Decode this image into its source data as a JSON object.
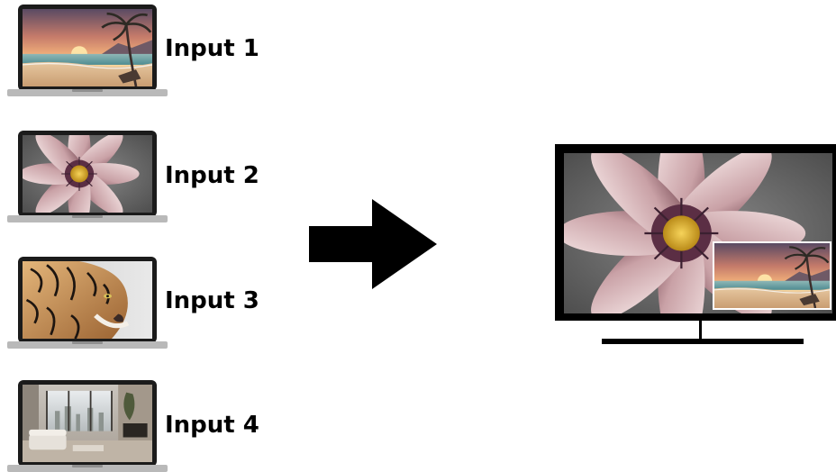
{
  "inputs": [
    {
      "label": "Input 1",
      "image": "beach-sunset"
    },
    {
      "label": "Input 2",
      "image": "pink-flower"
    },
    {
      "label": "Input 3",
      "image": "tiger"
    },
    {
      "label": "Input 4",
      "image": "living-room"
    }
  ],
  "output": {
    "main_image": "pink-flower",
    "pip_image": "beach-sunset"
  },
  "colors": {
    "text": "#000000",
    "arrow": "#000000",
    "laptop_base": "#b9b9b9",
    "monitor_frame": "#000000"
  }
}
